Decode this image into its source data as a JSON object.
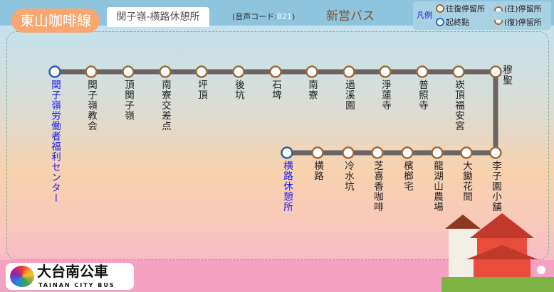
{
  "header": {
    "route_name": "東山咖啡線",
    "tab_label": "関子嶺-横路休憩所",
    "voice_code_label": "(音声コード:",
    "voice_code": "821",
    "voice_code_close": ")",
    "operator": "新営バス"
  },
  "legend": {
    "title": "凡例",
    "items": [
      {
        "label": "往復停留所",
        "icon": "round-trip-stop-icon"
      },
      {
        "label": "(往)停留所",
        "icon": "outbound-stop-icon"
      },
      {
        "label": "起終點",
        "icon": "terminal-stop-icon"
      },
      {
        "label": "(復)停留所",
        "icon": "return-stop-icon"
      }
    ]
  },
  "stops_top": [
    "関子嶺労働者福利センター",
    "関子嶺教会",
    "頂関子嶺",
    "南寮交差点",
    "坪頂",
    "後坑",
    "石埤",
    "南寮",
    "過溪園",
    "淨蓮寺",
    "普照寺",
    "崁頂福安宮",
    "穆聖"
  ],
  "stops_bottom": [
    "横路休憩所",
    "横路",
    "冷水坑",
    "芝喜香咖啡",
    "檳榔宅",
    "龍湖山農場",
    "大鋤花間",
    "李子園小舗"
  ],
  "colors": {
    "line": "#6b6460",
    "stop_ring": "#9a6a3d",
    "terminal_ring": "#2b5ea8",
    "terminal_text": "#1a1ae6"
  },
  "footer": {
    "logo_text": "大台南公車",
    "logo_sub": "TAINAN CITY BUS"
  }
}
